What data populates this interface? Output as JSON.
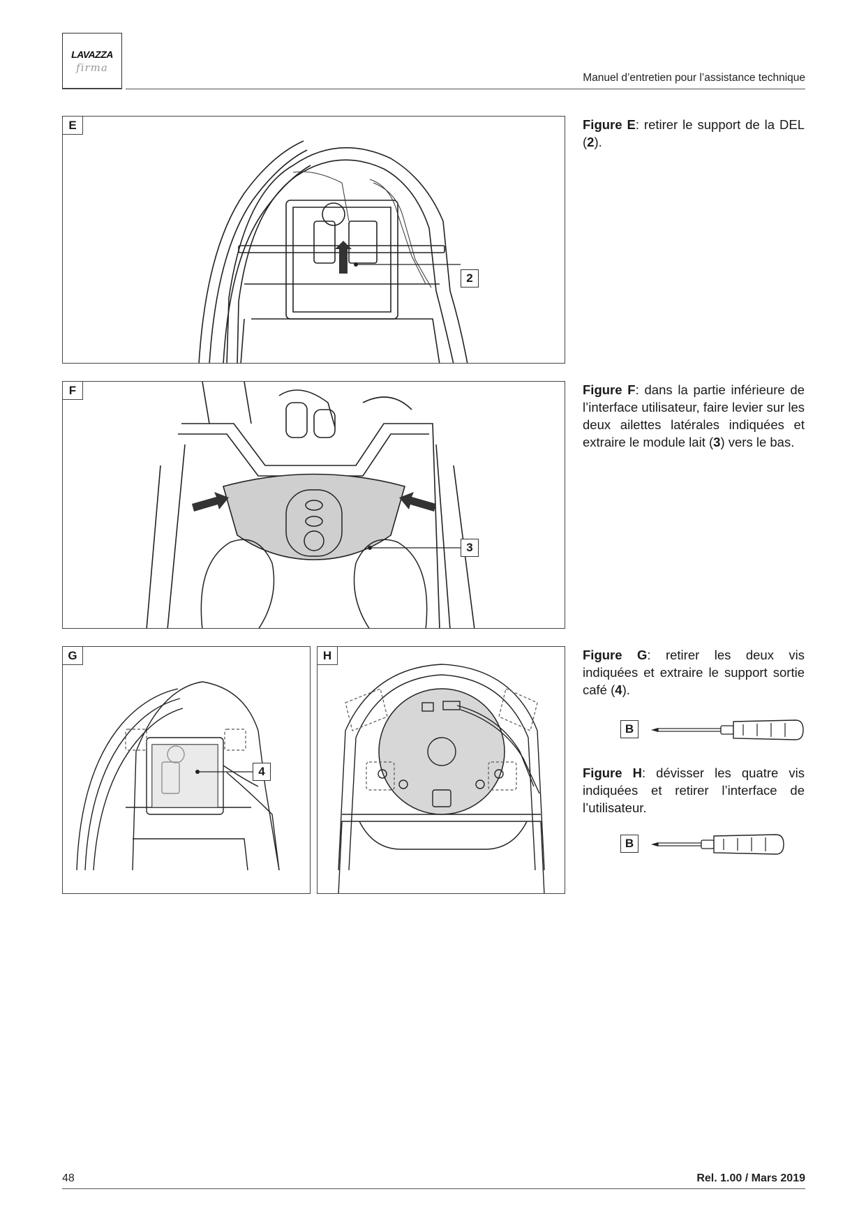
{
  "logo": {
    "brand": "LAVAZZA",
    "sub": "firma"
  },
  "header": {
    "title": "Manuel d’entretien pour l’assistance technique"
  },
  "figures": {
    "E": {
      "tag": "E",
      "callout": "2"
    },
    "F": {
      "tag": "F",
      "callout": "3"
    },
    "G": {
      "tag": "G",
      "callout": "4"
    },
    "H": {
      "tag": "H"
    }
  },
  "descriptions": {
    "E": {
      "label": "Figure E",
      "text_1": ": retirer le support de la DEL (",
      "ref": "2",
      "text_2": ")."
    },
    "F": {
      "label": "Figure F",
      "text_1": ": dans la partie inférieure de l’interface utilisateur, faire levier sur les deux ailettes latérales indiquées et extraire le module lait (",
      "ref": "3",
      "text_2": ") vers le bas."
    },
    "G": {
      "label": "Figure G",
      "text_1": ": retirer les deux vis indiquées et extraire le support sortie café (",
      "ref": "4",
      "text_2": ")."
    },
    "H": {
      "label": "Figure H",
      "text_1": ": dévisser les quatre vis indiquées et retirer l’interface de l’utilisateur.",
      "ref": "",
      "text_2": ""
    }
  },
  "tools": {
    "G": {
      "tag": "B",
      "icon": "screwdriver-icon"
    },
    "H": {
      "tag": "B",
      "icon": "screwdriver-icon"
    }
  },
  "footer": {
    "page_number": "48",
    "release": "Rel. 1.00 / Mars 2019"
  }
}
